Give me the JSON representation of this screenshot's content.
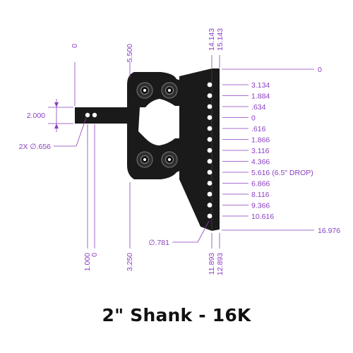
{
  "colors": {
    "dimension": "#8a3fc0",
    "part": "#1a1a1a",
    "highlight": "#3a3a3a",
    "hole": "#ffffff",
    "background": "#ffffff",
    "caption": "#111111"
  },
  "caption": "2\" Shank - 16K",
  "dimensions": {
    "shank_height": "2.000",
    "shank_holes": "2X ∅.656",
    "pin_hole": "∅.781",
    "top_left": "0",
    "top_mid": "5.500",
    "top_right_a": "14.143",
    "top_right_b": "15.143",
    "right_top": "0",
    "bottom_left_a": "1.000",
    "bottom_left_b": "0",
    "bottom_mid": "3.250",
    "bottom_right_a": "11.893",
    "bottom_right_b": "12.893",
    "right_bottom": "16.976",
    "hole_labels": [
      "3.134",
      "1.884",
      ".634",
      "0",
      ".616",
      "1.866",
      "3.116",
      "4.366",
      "5.616 (6.5\" DROP)",
      "6.866",
      "8.116",
      "9.366",
      "10.616"
    ]
  }
}
